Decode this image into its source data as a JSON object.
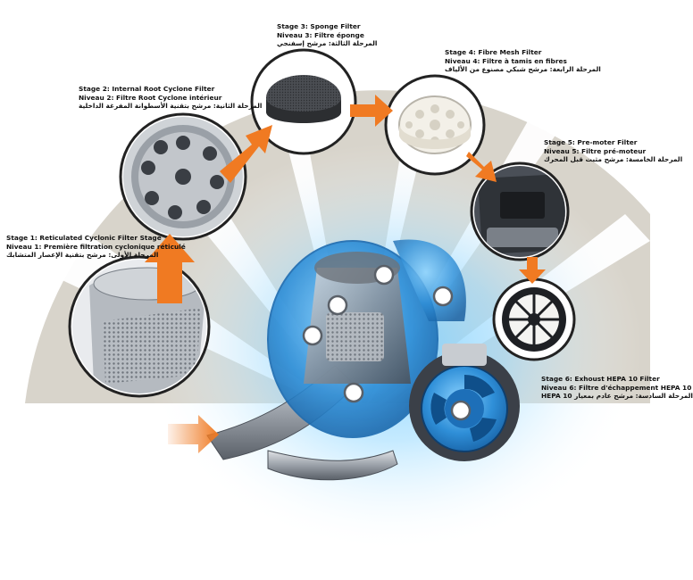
{
  "stages": [
    {
      "en": "Stage 1: Reticulated Cyclonic Filter Stage",
      "fr": "Niveau 1: Première filtration cyclonique réticulé",
      "ar": "المرحلة الأولى: مرشح بتقنية الإعصار المتشابك",
      "icon": "cyclonic-mesh-filter"
    },
    {
      "en": "Stage 2: Internal Root Cyclone Filter",
      "fr": "Niveau 2: Filtre Root Cyclone intérieur",
      "ar": "المرحلة الثانية: مرشح بتقنية الأسطوانة المفرغة الداخلية",
      "icon": "root-cyclone-filter"
    },
    {
      "en": "Stage 3: Sponge Filter",
      "fr": "Niveau 3: Filtre éponge",
      "ar": "المرحلة الثالثة: مرشح إسفنجي",
      "icon": "sponge-filter"
    },
    {
      "en": "Stage 4: Fibre Mesh Filter",
      "fr": "Niveau 4: Filtre à tamis en fibres",
      "ar": "المرحلة الرابعة: مرشح شبكي مصنوع من الألياف",
      "icon": "fibre-mesh-filter"
    },
    {
      "en": "Stage 5: Pre-moter Filter",
      "fr": "Niveau 5: Filtre pré-moteur",
      "ar": "المرحلة الخامسة: مرشح مثبت قبل المحرك",
      "icon": "pre-motor-filter"
    },
    {
      "en": "Stage 6: Exhoust HEPA 10 Filter",
      "fr": "Niveau 6: Filtre d'échappement HEPA 10",
      "ar": "المرحلة السادسة: مرشح عادم بمعيار HEPA 10",
      "icon": "hepa-exhaust-filter"
    }
  ],
  "colors": {
    "arc": "#d8d4cb",
    "arrow": "#f07a22",
    "body_blue": "#2f8fd8",
    "body_grey": "#8a9099"
  }
}
